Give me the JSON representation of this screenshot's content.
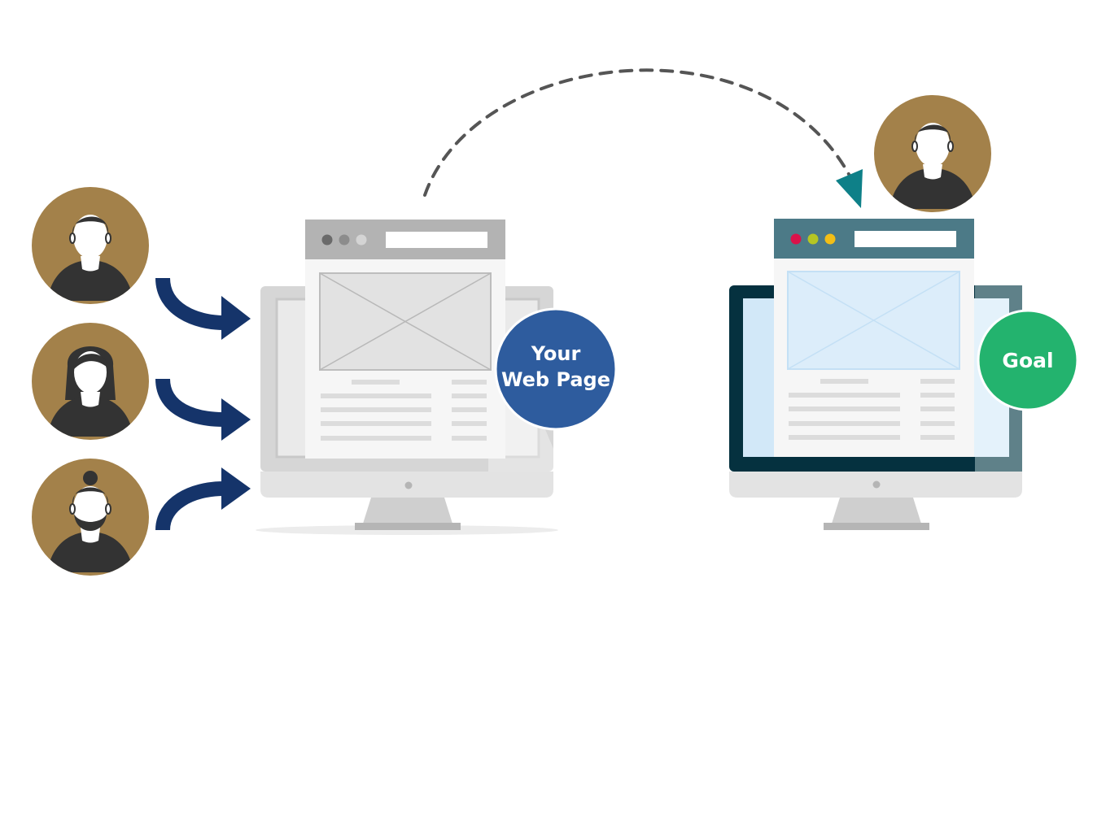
{
  "badges": {
    "your_web_page_line1": "Your",
    "your_web_page_line2": "Web Page",
    "goal": "Goal"
  },
  "colors": {
    "avatar_bg": "#A3814A",
    "avatar_body": "#333333",
    "arrow_navy": "#15346A",
    "dashed_arrow": "#555555",
    "dashed_arrow_head": "#0E8088",
    "your_web_page_badge": "#2E5C9E",
    "goal_badge": "#23B36E",
    "goal_browser_bar": "#4C7A87",
    "goal_monitor_frame": "#05313F"
  },
  "icons": {
    "visitor_1": "user-short-hair-icon",
    "visitor_2": "user-long-hair-icon",
    "visitor_3": "user-bun-beard-icon",
    "converted_visitor": "user-short-hair-icon"
  }
}
